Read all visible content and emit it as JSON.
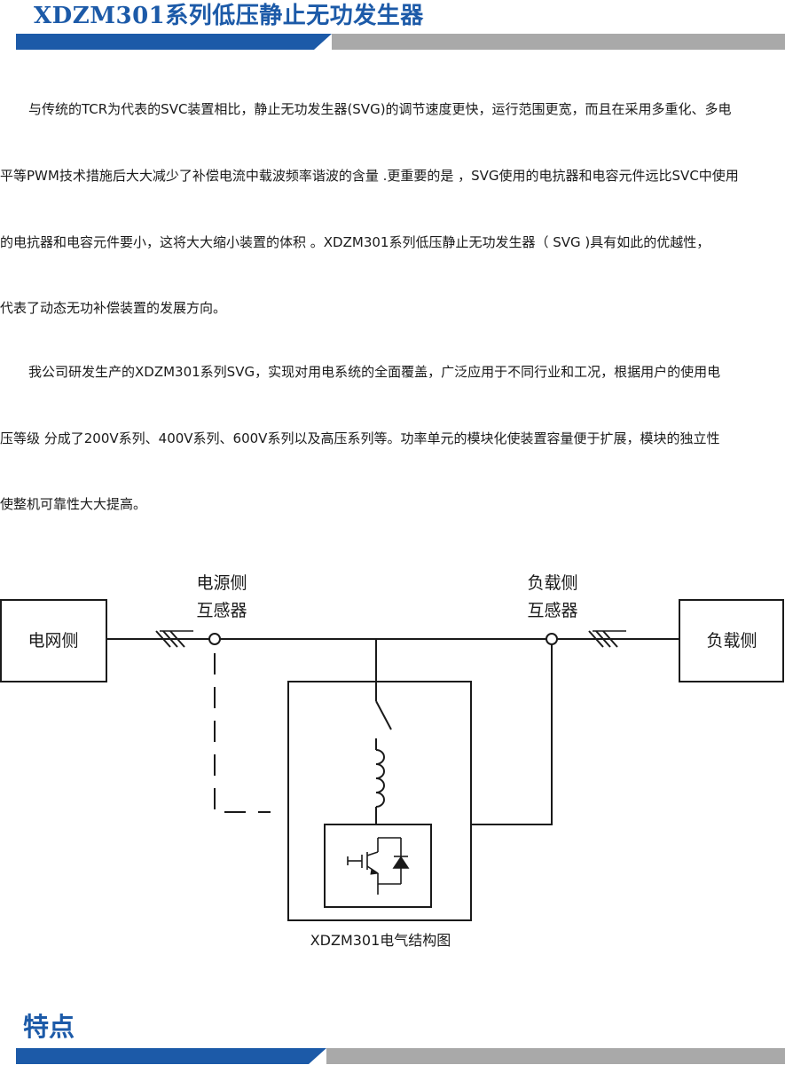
{
  "header": {
    "title": "XDZM301系列低压静止无功发生器"
  },
  "paragraphs": [
    {
      "lines": [
        "与传统的TCR为代表的SVC装置相比，静止无功发生器(SVG)的调节速度更快，运行范围更宽，而且在采用多重化、多电",
        "平等PWM技术措施后大大减少了补偿电流中载波频率谐波的含量 .更重要的是 ，SVG使用的电抗器和电容元件远比SVC中使用",
        "的电抗器和电容元件要小，这将大大缩小装置的体积 。XDZM301系列低压静止无功发生器（ SVG )具有如此的优越性，",
        "代表了动态无功补偿装置的发展方向。"
      ]
    },
    {
      "lines": [
        "我公司研发生产的XDZM301系列SVG，实现对用电系统的全面覆盖，广泛应用于不同行业和工况，根据用户的使用电",
        "压等级 分成了200V系列、400V系列、600V系列以及高压系列等。功率单元的模块化使装置容量便于扩展，模块的独立性",
        "使整机可靠性大大提高。"
      ]
    }
  ],
  "diagram": {
    "grid_box": "电网侧",
    "source_ct_line1": "电源侧",
    "source_ct_line2": "互感器",
    "load_ct_line1": "负载侧",
    "load_ct_line2": "互感器",
    "load_box": "负载侧",
    "caption": "XDZM301电气结构图"
  },
  "section": {
    "title": "特点"
  },
  "colors": {
    "brand_blue": "#1c5aa8",
    "bar_gray": "#a9a9a9"
  }
}
